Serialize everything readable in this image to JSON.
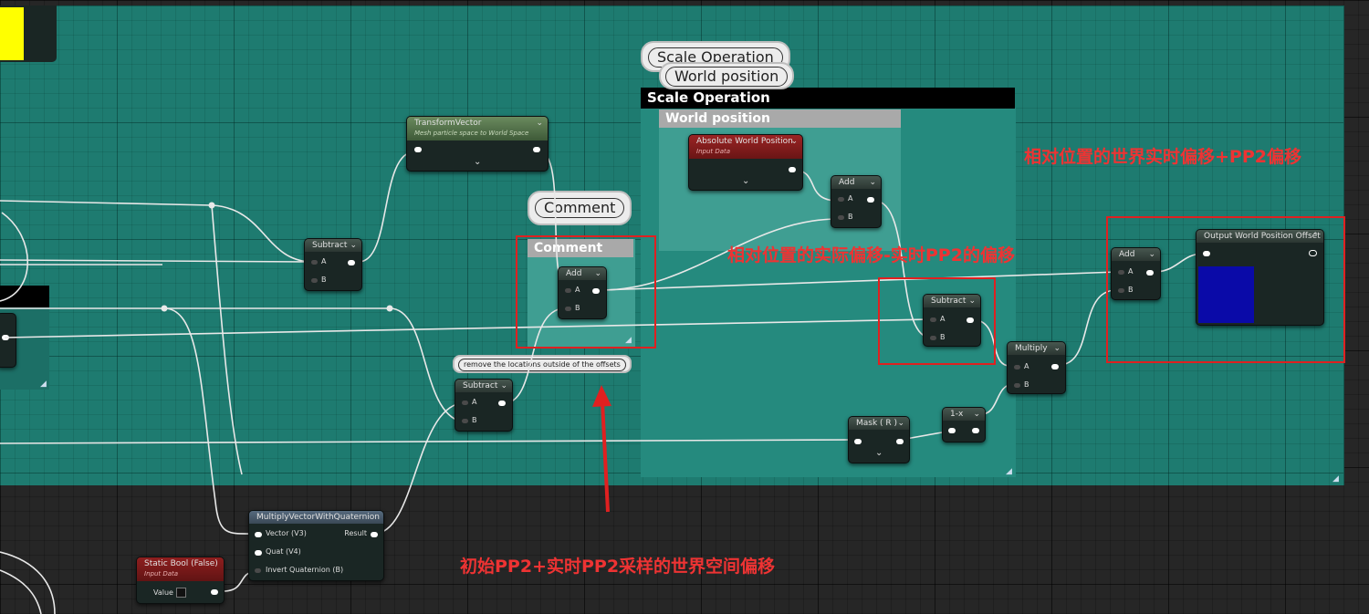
{
  "comments": {
    "scale_operation_bubble": "Scale Operation",
    "world_position_bubble": "World position",
    "scale_operation_header": "Scale Operation",
    "world_position_header": "World position",
    "comment_bubble": "Comment",
    "comment_header": "Comment",
    "remove_note": "remove the locations outside of the offsets"
  },
  "nodes": {
    "transform_vector": {
      "title": "TransformVector",
      "subtitle": "Mesh particle space to World Space"
    },
    "subtract_1": {
      "title": "Subtract",
      "pin_a": "A",
      "pin_b": "B"
    },
    "add_comment": {
      "title": "Add",
      "pin_a": "A",
      "pin_b": "B"
    },
    "subtract_2": {
      "title": "Subtract",
      "pin_a": "A",
      "pin_b": "B"
    },
    "absolute_world_position": {
      "title": "Absolute World Position",
      "subtitle": "Input Data"
    },
    "add_scale": {
      "title": "Add",
      "pin_a": "A",
      "pin_b": "B"
    },
    "subtract_3": {
      "title": "Subtract",
      "pin_a": "A",
      "pin_b": "B"
    },
    "multiply": {
      "title": "Multiply",
      "pin_a": "A",
      "pin_b": "B"
    },
    "mask_r": {
      "title": "Mask ( R )"
    },
    "one_minus_x": {
      "title": "1-x"
    },
    "add_output": {
      "title": "Add",
      "pin_a": "A",
      "pin_b": "B"
    },
    "output_world_position_offset": {
      "title": "Output World Position Offset"
    },
    "multiply_vector_quaternion": {
      "title": "MultiplyVectorWithQuaternion",
      "pin_vector": "Vector (V3)",
      "pin_quat": "Quat (V4)",
      "pin_invert": "Invert Quaternion (B)",
      "pin_result": "Result"
    },
    "static_bool": {
      "title": "Static Bool (False)",
      "subtitle": "Input Data",
      "value_label": "Value"
    }
  },
  "annotations": {
    "top_right": "相对位置的世界实时偏移+PP2偏移",
    "middle": "相对位置的实际偏移-实时PP2的偏移",
    "bottom": "初始PP2+实时PP2采样的世界空间偏移"
  },
  "colors": {
    "comment_bg": "#1e7b70",
    "annotation_red": "#e33",
    "preview_blue": "#0a0aa8",
    "yellow_swatch": "#ffff00"
  }
}
